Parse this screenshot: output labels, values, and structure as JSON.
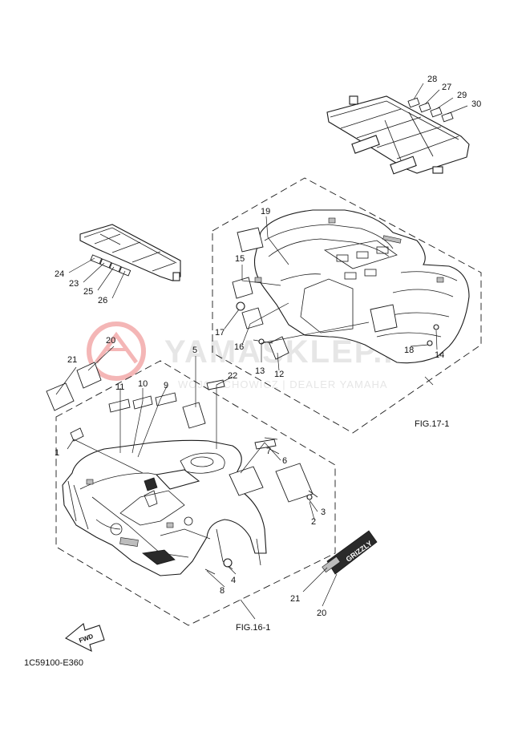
{
  "watermark": {
    "brand": "YAMASKLEP.PL",
    "sub": "WOJCIECHOWICZ | DEALER YAMAHA",
    "logo_color": "#e03030"
  },
  "callouts": {
    "c1": "1",
    "c2": "2",
    "c3": "3",
    "c4": "4",
    "c5": "5",
    "c6": "6",
    "c7": "7",
    "c8": "8",
    "c9": "9",
    "c10": "10",
    "c11": "11",
    "c12": "12",
    "c13": "13",
    "c14": "14",
    "c15": "15",
    "c16": "16",
    "c17": "17",
    "c18": "18",
    "c19": "19",
    "c20a": "20",
    "c20b": "20",
    "c21a": "21",
    "c21b": "21",
    "c22": "22",
    "c23": "23",
    "c24": "24",
    "c25": "25",
    "c26": "26",
    "c27": "27",
    "c28": "28",
    "c29": "29",
    "c30": "30"
  },
  "figures": {
    "front": "FIG.16-1",
    "rear": "FIG.17-1"
  },
  "fwd_label": "FWD",
  "grizzly_label": "GRIZZLY",
  "diagram_code": "1C59100-E360"
}
